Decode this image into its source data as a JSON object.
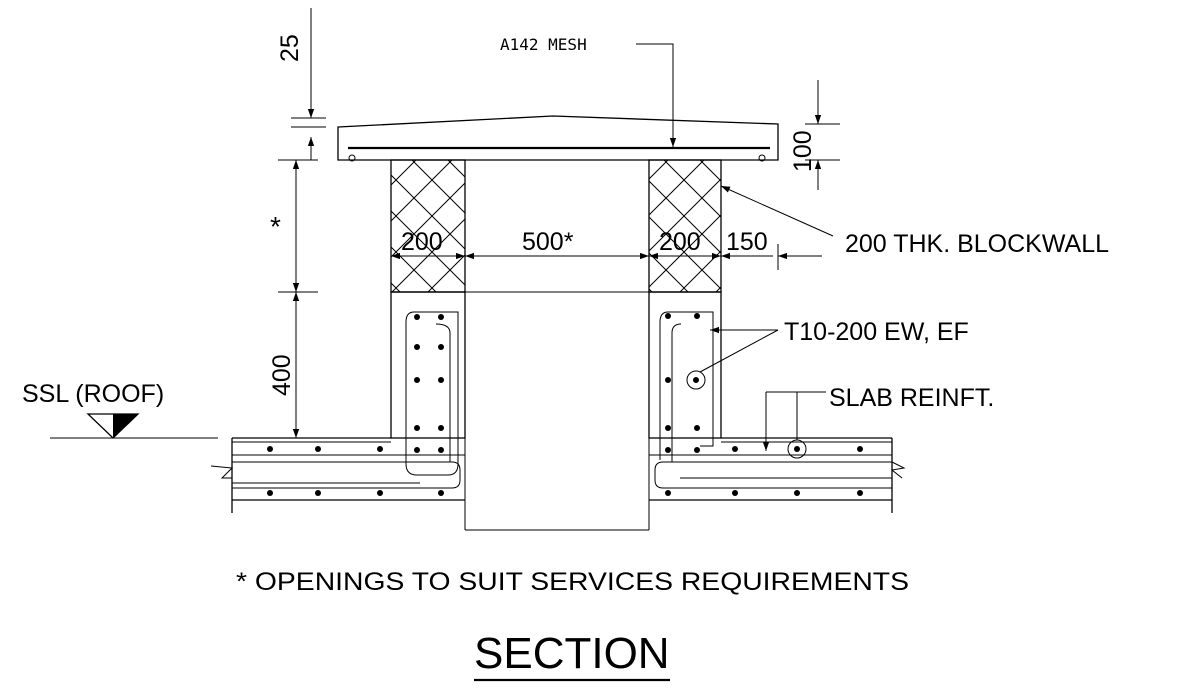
{
  "labels": {
    "mesh": "A142 MESH",
    "blockwall": "200 THK. BLOCKWALL",
    "rebar": "T10-200 EW, EF",
    "slab_reinft": "SLAB REINFT.",
    "ssl": "SSL (ROOF)",
    "note": "* OPENINGS TO SUIT SERVICES REQUIREMENTS",
    "title": "SECTION"
  },
  "dimensions": {
    "d25": "25",
    "d100": "100",
    "star": "*",
    "d400": "400",
    "d200_left": "200",
    "d500": "500*",
    "d200_right": "200",
    "d150": "150"
  }
}
